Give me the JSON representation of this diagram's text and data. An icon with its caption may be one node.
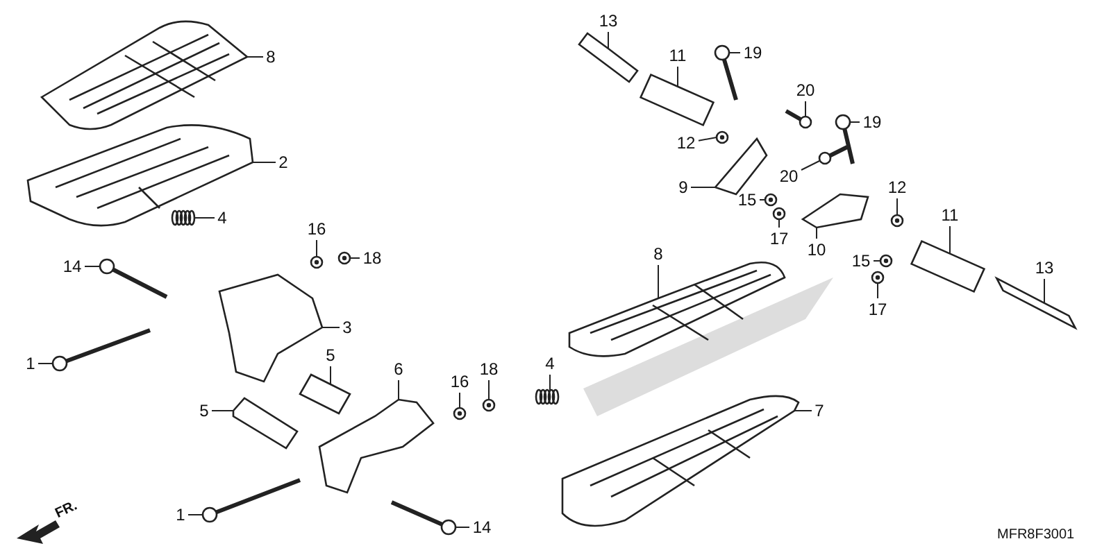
{
  "diagram": {
    "nodes": [
      {
        "text": [
          "8"
        ]
      },
      {
        "text": [
          "2"
        ]
      },
      {
        "text": [
          "4"
        ]
      },
      {
        "text": [
          "16"
        ]
      },
      {
        "text": [
          "18"
        ]
      },
      {
        "text": [
          "14"
        ]
      },
      {
        "text": [
          "3"
        ]
      },
      {
        "text": [
          "1"
        ]
      },
      {
        "text": [
          "5"
        ]
      },
      {
        "text": [
          "6"
        ]
      },
      {
        "text": [
          "16"
        ]
      },
      {
        "text": [
          "18"
        ]
      },
      {
        "text": [
          "5"
        ]
      },
      {
        "text": [
          "1"
        ]
      },
      {
        "text": [
          "14"
        ]
      },
      {
        "text": [
          "13"
        ]
      },
      {
        "text": [
          "11"
        ]
      },
      {
        "text": [
          "19"
        ]
      },
      {
        "text": [
          "20"
        ]
      },
      {
        "text": [
          "19"
        ]
      },
      {
        "text": [
          "12"
        ]
      },
      {
        "text": [
          "20"
        ]
      },
      {
        "text": [
          "9"
        ]
      },
      {
        "text": [
          "15"
        ]
      },
      {
        "text": [
          "12"
        ]
      },
      {
        "text": [
          "11"
        ]
      },
      {
        "text": [
          "17"
        ]
      },
      {
        "text": [
          "10"
        ]
      },
      {
        "text": [
          "15"
        ]
      },
      {
        "text": [
          "13"
        ]
      },
      {
        "text": [
          "8"
        ]
      },
      {
        "text": [
          "17"
        ]
      },
      {
        "text": [
          "4"
        ]
      },
      {
        "text": [
          "7"
        ]
      },
      {
        "text": [],
        "shape": "picture"
      },
      {
        "text": [],
        "shape": "picture"
      },
      {
        "text": [],
        "shape": "picture"
      },
      {
        "text": [],
        "shape": "picture"
      },
      {
        "text": [],
        "shape": "picture"
      },
      {
        "text": [],
        "shape": "picture"
      },
      {
        "text": [],
        "shape": "picture"
      },
      {
        "text": [],
        "shape": "picture"
      },
      {
        "text": [],
        "shape": "picture"
      },
      {
        "text": [],
        "shape": "picture"
      },
      {
        "text": [],
        "shape": "picture"
      },
      {
        "text": [],
        "shape": "picture"
      },
      {
        "text": [],
        "shape": "picture"
      },
      {
        "text": [],
        "shape": "picture"
      },
      {
        "text": [],
        "shape": "picture"
      },
      {
        "text": [],
        "shape": "picture"
      },
      {
        "text": [],
        "shape": "picture"
      },
      {
        "text": [],
        "shape": "picture"
      },
      {
        "text": [],
        "shape": "picture"
      },
      {
        "text": [],
        "shape": "picture"
      },
      {
        "text": [],
        "shape": "picture"
      },
      {
        "text": [],
        "shape": "picture"
      },
      {
        "text": [],
        "shape": "picture"
      },
      {
        "text": [],
        "shape": "picture"
      },
      {
        "text": [],
        "shape": "picture"
      },
      {
        "text": [],
        "shape": "picture"
      },
      {
        "text": [],
        "shape": "picture"
      },
      {
        "text": [],
        "shape": "picture"
      },
      {
        "text": [],
        "shape": "picture"
      },
      {
        "text": [],
        "shape": "picture"
      },
      {
        "text": [],
        "shape": "picture"
      },
      {
        "text": [],
        "shape": "picture"
      },
      {
        "text": [],
        "shape": "picture"
      },
      {
        "text": [],
        "shape": "picture"
      }
    ],
    "edges": [
      {
        "from": 0,
        "to": 34,
        "arrow": "none"
      },
      {
        "from": 1,
        "to": 35,
        "arrow": "none"
      },
      {
        "from": 2,
        "to": 36,
        "arrow": "none"
      },
      {
        "from": 3,
        "to": 37,
        "arrow": "none"
      },
      {
        "from": 4,
        "to": 38,
        "arrow": "none"
      },
      {
        "from": 5,
        "to": 39,
        "arrow": "none"
      },
      {
        "from": 6,
        "to": 40,
        "arrow": "none"
      },
      {
        "from": 7,
        "to": 41,
        "arrow": "none"
      },
      {
        "from": 8,
        "to": 42,
        "arrow": "none"
      },
      {
        "from": 9,
        "to": 43,
        "arrow": "none"
      },
      {
        "from": 10,
        "to": 44,
        "arrow": "none"
      },
      {
        "from": 11,
        "to": 45,
        "arrow": "none"
      },
      {
        "from": 12,
        "to": 46,
        "arrow": "none"
      },
      {
        "from": 13,
        "to": 47,
        "arrow": "none"
      },
      {
        "from": 14,
        "to": 48,
        "arrow": "none"
      },
      {
        "from": 15,
        "to": 49,
        "arrow": "none"
      },
      {
        "from": 16,
        "to": 50,
        "arrow": "none"
      },
      {
        "from": 17,
        "to": 51,
        "arrow": "none"
      },
      {
        "from": 18,
        "to": 52,
        "arrow": "none"
      },
      {
        "from": 19,
        "to": 53,
        "arrow": "none"
      },
      {
        "from": 20,
        "to": 54,
        "arrow": "none"
      },
      {
        "from": 21,
        "to": 55,
        "arrow": "none"
      },
      {
        "from": 22,
        "to": 56,
        "arrow": "none"
      },
      {
        "from": 23,
        "to": 57,
        "arrow": "none"
      },
      {
        "from": 24,
        "to": 58,
        "arrow": "none"
      },
      {
        "from": 25,
        "to": 59,
        "arrow": "none"
      },
      {
        "from": 26,
        "to": 60,
        "arrow": "none"
      },
      {
        "from": 27,
        "to": 61,
        "arrow": "none"
      },
      {
        "from": 28,
        "to": 62,
        "arrow": "none"
      },
      {
        "from": 29,
        "to": 63,
        "arrow": "none"
      },
      {
        "from": 30,
        "to": 64,
        "arrow": "none"
      },
      {
        "from": 31,
        "to": 65,
        "arrow": "none"
      },
      {
        "from": 32,
        "to": 66,
        "arrow": "none"
      },
      {
        "from": 33,
        "to": 67,
        "arrow": "none"
      }
    ],
    "labels": [
      "FR.",
      "MFR8F3001"
    ]
  }
}
